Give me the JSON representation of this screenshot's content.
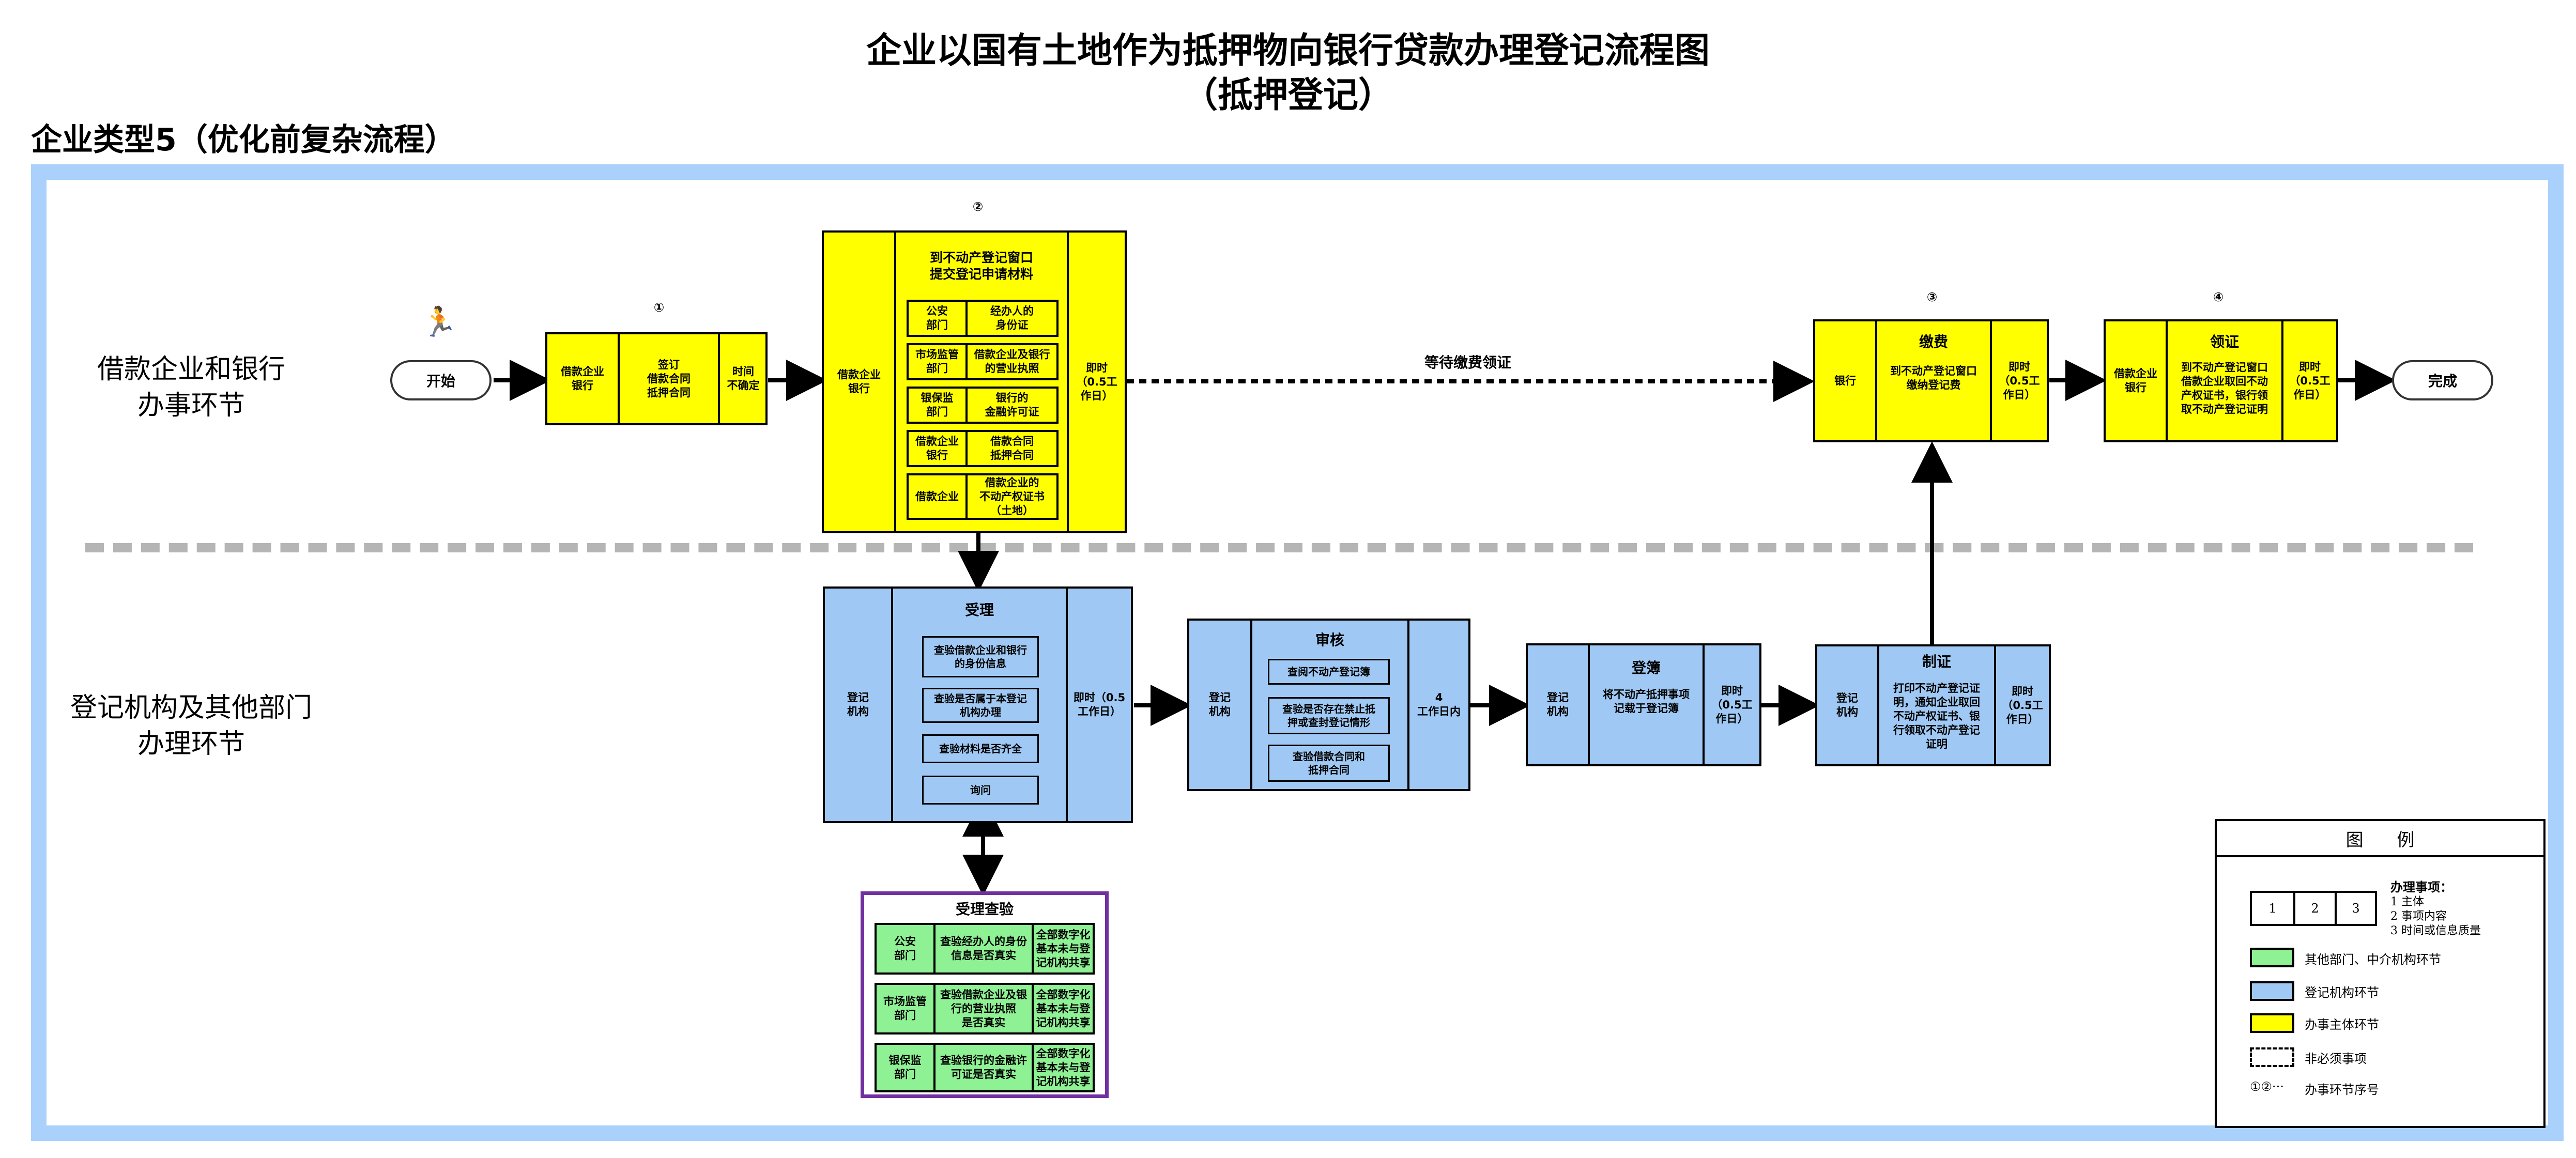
{
  "title": {
    "line1": "企业以国有土地作为抵押物向银行贷款办理登记流程图",
    "line2": "（抵押登记）"
  },
  "enterprise_type": "企业类型5（优化前复杂流程）",
  "lanes": {
    "top": "借款企业和银行\n办事环节",
    "bottom": "登记机构及其他部门\n办理环节"
  },
  "start": {
    "label": "开始",
    "icon": "running-person-icon"
  },
  "end": {
    "label": "完成"
  },
  "step1": {
    "num": "①",
    "subject": "借款企业\n银行",
    "content": "签订\n借款合同\n抵押合同",
    "time": "时间\n不确定"
  },
  "step2": {
    "num": "②",
    "subject": "借款企业\n银行",
    "heading": "到不动产登记窗口\n提交登记申请材料",
    "time": "即时\n（0.5工\n作日）",
    "rows": [
      {
        "left": "公安\n部门",
        "right": "经办人的\n身份证"
      },
      {
        "left": "市场监管\n部门",
        "right": "借款企业及银行\n的营业执照"
      },
      {
        "left": "银保监\n部门",
        "right": "银行的\n金融许可证"
      },
      {
        "left": "借款企业\n银行",
        "right": "借款合同\n抵押合同"
      },
      {
        "left": "借款企业",
        "right": "借款企业的\n不动产权证书\n（土地）"
      }
    ]
  },
  "wait_label": "等待缴费领证",
  "step3": {
    "num": "③",
    "subject": "银行",
    "heading": "缴费",
    "content": "到不动产登记窗口\n缴纳登记费",
    "time": "即时\n（0.5工\n作日）"
  },
  "step4": {
    "num": "④",
    "subject": "借款企业\n银行",
    "heading": "领证",
    "content": "到不动产登记窗口\n借款企业取回不动\n产权证书，银行领\n取不动产登记证明",
    "time": "即时\n（0.5工\n作日）"
  },
  "accept": {
    "subject": "登记\n机构",
    "heading": "受理",
    "items": [
      "查验借款企业和银行\n的身份信息",
      "查验是否属于本登记\n机构办理",
      "查验材料是否齐全",
      "询问"
    ],
    "time": "即时（0.5\n工作日）"
  },
  "review": {
    "subject": "登记\n机构",
    "heading": "审核",
    "items": [
      "查阅不动产登记簿",
      "查验是否存在禁止抵\n押或查封登记情形",
      "查验借款合同和\n抵押合同"
    ],
    "time": "4\n工作日内"
  },
  "register": {
    "subject": "登记\n机构",
    "heading": "登簿",
    "content": "将不动产抵押事项\n记载于登记簿",
    "time": "即时\n（0.5工\n作日）"
  },
  "certify": {
    "subject": "登记\n机构",
    "heading": "制证",
    "content": "打印不动产登记证\n明，通知企业取回\n不动产权证书、银\n行领取不动产登记\n证明",
    "time": "即时\n（0.5工\n作日）"
  },
  "verify": {
    "heading": "受理查验",
    "rows": [
      {
        "dept": "公安\n部门",
        "content": "查验经办人的身份\n信息是否真实",
        "note": "全部数字化\n基本未与登\n记机构共享"
      },
      {
        "dept": "市场监管\n部门",
        "content": "查验借款企业及银\n行的营业执照\n是否真实",
        "note": "全部数字化\n基本未与登\n记机构共享"
      },
      {
        "dept": "银保监\n部门",
        "content": "查验银行的金融许\n可证是否真实",
        "note": "全部数字化\n基本未与登\n记机构共享"
      }
    ]
  },
  "legend": {
    "title": "图      例",
    "sample": [
      "1",
      "2",
      "3"
    ],
    "matters_title": "办理事项：",
    "matters": [
      "1 主体",
      "2 事项内容",
      "3 时间或信息质量"
    ],
    "green": "其他部门、中介机构环节",
    "blue": "登记机构环节",
    "yellow": "办事主体环节",
    "dashed": "非必须事项",
    "sequence_symbol": "①②···",
    "sequence": "办事环节序号"
  },
  "colors": {
    "yellow": "#ffff00",
    "blue": "#9fc9f4",
    "green": "#8ef294",
    "frame": "#a9d1fb",
    "verify_border": "#7030a0"
  }
}
